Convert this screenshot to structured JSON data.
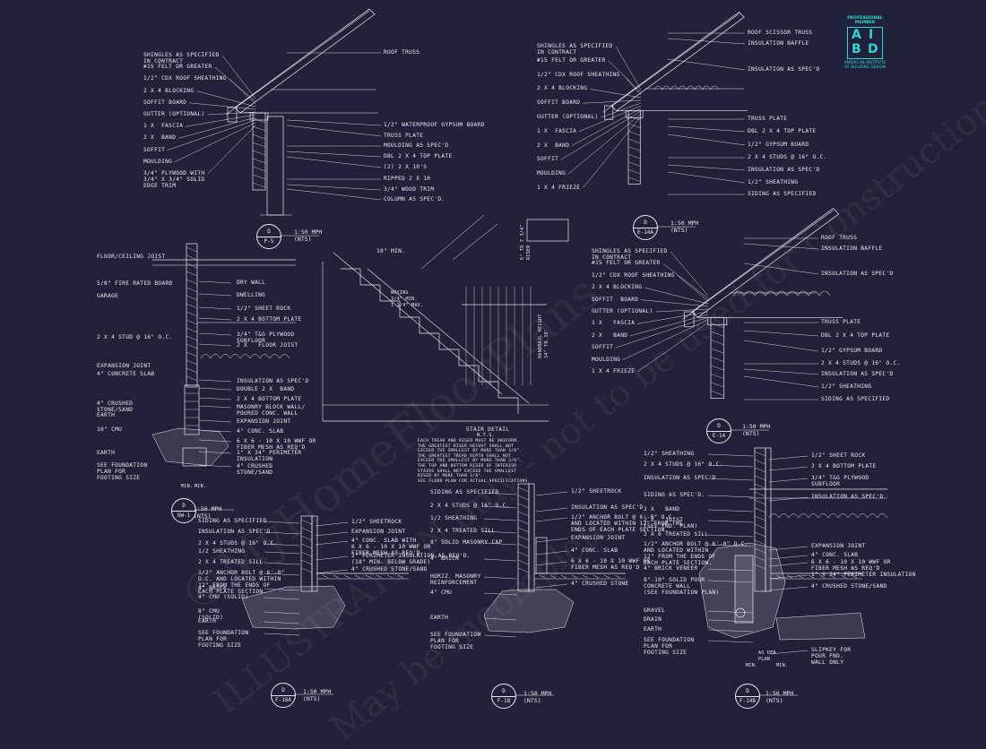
{
  "logo": {
    "professional": "PROFESSIONAL",
    "member": "MEMBER",
    "letters": [
      "A",
      "I",
      "B",
      "D"
    ],
    "org": "AMERICAN INSTITUTE OF BUILDING DESIGN",
    "accent": "#2fd6d6"
  },
  "colors": {
    "background": "#1f2238",
    "linework": "#e8e8ee",
    "hatch": "#9a9aa8"
  },
  "watermarks": [
    "©MyHomeFloorPlans",
    "ILLUSTRATION only - not to be used for Construction",
    "May be incomplete"
  ],
  "details": {
    "p5": {
      "tag_top": "D",
      "tag_bottom": "P-5",
      "scale": "1:50 MPH\n(NTS)",
      "left_labels": [
        "SHINGLES AS SPECIFIED\nIN CONTRACT",
        "#15 FELT OR GREATER",
        "1/2\" CDX ROOF SHEATHING",
        "2 X 4 BLOCKING",
        "SOFFIT BOARD",
        "GUTTER (OPTIONAL)",
        "1 X  FASCIA",
        "2 X  BAND",
        "SOFFIT",
        "MOULDING",
        "3/4\" PLYWOOD WITH\n3/4\" X 3/4\" SOLID\nEDGE TRIM"
      ],
      "right_labels": [
        "ROOF TRUSS",
        "1/2\" WATERPROOF GYPSUM BOARD",
        "TRUSS PLATE",
        "MOULDING AS SPEC'D",
        "DBL 2 X 4 TOP PLATE",
        "(2) 2 X 10's",
        "RIPPED 2 X 10",
        "3/4\" WOOD TRIM",
        "COLUMN AS SPEC'D."
      ]
    },
    "e14a": {
      "tag_top": "D",
      "tag_bottom": "E-14A",
      "scale": "1:50 MPH\n(NTS)",
      "left_labels": [
        "SHINGLES AS SPECIFIED\nIN CONTRACT",
        "#15 FELT OR GREATER",
        "1/2\" CDX ROOF SHEATHING",
        "2 X 4 BLOCKING",
        "SOFFIT BOARD",
        "GUTTER (OPTIONAL)",
        "1 X  FASCIA",
        "2 X  BAND",
        "SOFFIT",
        "MOULDING",
        "1 X 4 FRIEZE"
      ],
      "right_labels": [
        "ROOF SCISSOR TRUSS",
        "INSULATION BAFFLE",
        "INSULATION AS SPEC'D",
        "TRUSS PLATE",
        "DBL 2 X 4 TOP PLATE",
        "1/2\" GYPSUM BOARD",
        "2 X 4 STUDS @ 16\" O.C.",
        "INSULATION AS SPEC'D",
        "1/2\" SHEATHING",
        "SIDING AS SPECIFIED"
      ]
    },
    "e14": {
      "tag_top": "D",
      "tag_bottom": "E-14",
      "scale": "1:50 MPH\n(NTS)",
      "left_labels": [
        "SHINGLES AS SPECIFIED\nIN CONTRACT",
        "#15 FELT OR GREATER",
        "1/2\" CDX ROOF SHEATHING",
        "2 X 4 BLOCKING",
        "SOFFIT  BOARD",
        "GUTTER (OPTIONAL)",
        "1 X   FASCIA",
        "2 X   BAND",
        "SOFFIT",
        "MOULDING",
        "1 X 4 FRIEZE"
      ],
      "right_labels": [
        "ROOF TRUSS",
        "INSULATION BAFFLE",
        "INSULATION AS SPEC'D",
        "TRUSS PLATE",
        "DBL 2 X 4 TOP PLATE",
        "1/2\" GYPSUM BOARD",
        "2 X 4 STUDS @ 16\" O.C.",
        "INSULATION AS SPEC'D",
        "1/2\" SHEATHING",
        "SIDING AS SPECIFIED"
      ]
    },
    "gw1": {
      "tag_top": "D",
      "tag_bottom": "GW-1",
      "scale": "1:50 MPH\n(NTS)",
      "left_labels": [
        "FLOOR/CEILING JOIST",
        "5/8\" FIRE RATED BOARD",
        "GARAGE",
        "2 X 4 STUD @ 16\" O.C.",
        "EXPANSION JOINT",
        "4\" CONCRETE SLAB",
        "4\" CRUSHED\nSTONE/SAND",
        "EARTH",
        "10\" CMU",
        "EARTH",
        "SEE FOUNDATION\nPLAN FOR\nFOOTING SIZE"
      ],
      "right_labels": [
        "DRY WALL",
        "DWELLING",
        "1/2\" SHEET ROCK",
        "2 X 4 BOTTOM PLATE",
        "3/4\" T&G PLYWOOD\nSUBFLOOR",
        "2 X   FLOOR JOIST",
        "INSULATION AS SPEC'D",
        "DOUBLE 2 X  BAND",
        "2 X 4 BOTTOM PLATE",
        "MASONRY BLOCK WALL/\nPOURED CONC. WALL",
        "EXPANSION JOINT",
        "4\" CONC. SLAB",
        "6 X 6 - 10 X 10 WWF OR\nFIBER MESH AS REQ'D",
        "1\" X 24\" PERIMETER\nINSULATION",
        "4\" CRUSHED\nSTONE/SAND"
      ],
      "dims": [
        "MIN.",
        "MIN."
      ]
    },
    "stair": {
      "labels": [
        "10\" MIN.",
        "NOSING\n3/4\" MIN.\n1 1/4\" MAX.",
        "6\" TO 7 3/4\"\nRISER",
        "HANDRAIL HEIGHT\n34\" TO 38\"",
        "STAIR DETAIL",
        "N.T.S."
      ],
      "notes": "EACH TREAD AND RISER MUST BE UNIFORM.\nTHE GREATEST RISER HEIGHT SHALL NOT\nEXCEED THE SMALLEST BY MORE THAN 3/8\".\nTHE GREATEST TREAD DEPTH SHALL NOT\nEXCEED THE SMALLEST BY MORE THAN 3/8\".\nTHE TOP AND BOTTOM RISER OF INTERIOR\nSTAIRS SHALL NOT EXCEED THE SMALLEST\nRISER BY MORE THAN 3/8\".\nSEE FLOOR PLAN FOR ACTUAL SPECIFICATIONS."
    },
    "f18a": {
      "tag_top": "D",
      "tag_bottom": "F-18A",
      "scale": "1:50 MPH\n(NTS)",
      "left_labels": [
        "SIDING AS SPECIFIED",
        "INSULATION AS SPEC'D",
        "2 X 4 STUDS @ 16\" O.C.",
        "1/2 SHEATHING",
        "2 X 4 TREATED SILL",
        "1/2\" ANCHOR BOLT @ 6'-0\"\nO.C. AND LOCATED WITHIN\n12\" FROM THE ENDS OF\nEACH PLATE SECTION.",
        "4\" BRICK",
        "4\" CMU (SOLID)",
        "8\" CMU\n(SOLID)",
        "EARTH",
        "SEE FOUNDATION\nPLAN FOR\nFOOTING SIZE"
      ],
      "right_labels": [
        "1/2\" SHEETROCK",
        "EXPANSION JOINT",
        "4\" CONC. SLAB WITH\n6 X 6 - 10 X 10 WWF OR\nFIBER MESH AS REQ'D",
        "2\" PERIMETER INSULATION AS REQ'D.\n(18\" MIN. BELOW GRADE)",
        "4\" CRUSHED STONE/SAND"
      ]
    },
    "f18": {
      "tag_top": "D",
      "tag_bottom": "F-18",
      "scale": "1:50 MPH\n(NTS)",
      "left_labels": [
        "SIDING AS SPECIFIED",
        "2 X 4 STUDS @ 16\" O.C.",
        "1/2 SHEATHING",
        "2 X 4 TREATED SILL",
        "8\" SOLID MASONRY CAP",
        "4\" BRICK",
        "HORIZ. MASONRY\nREINFORCEMENT",
        "4\" CMU",
        "EARTH",
        "SEE FOUNDATION\nPLAN FOR\nFOOTING SIZE"
      ],
      "right_labels": [
        "1/2\" SHEETROCK",
        "INSULATION AS SPEC'D",
        "1/2\" ANCHOR BOLT @ 6'-0\" O.C.\nAND LOCATED WITHIN 12\" FROM THE\nENDS OF EACH PLATE SECTION.",
        "EXPANSION JOINT",
        "4\" CONC. SLAB",
        "6 X 6 - 10 X 10 WWF OR\nFIBER MESH AS REQ'D",
        "4\" CRUSHED STONE"
      ]
    },
    "f14b": {
      "tag_top": "D",
      "tag_bottom": "F-14B",
      "scale": "1:50 MPH\n(NTS)",
      "left_labels": [
        "1/2\" SHEATHING",
        "2 X 4 STUDS @ 16\" O.C.",
        "INSULATION AS SPEC'D",
        "SIDING AS SPEC'D.",
        "2 X   BAND",
        "2 X   JOIST\n(SEE FND. PLAN)",
        "2 X 6 TREATED SILL",
        "1/2\" ANCHOR BOLT @ 6'-0\" O.C.\nAND LOCATED WITHIN\n12\" FROM THE ENDS OF\nEACH PLATE SECTION.",
        "4\" BRICK VENEER",
        "8\"-10\" SOLID POUR\nCONCRETE WALL\n(SEE FOUNDATION PLAN)",
        "GRAVEL",
        "DRAIN",
        "EARTH",
        "SEE FOUNDATION\nPLAN FOR\nFOOTING SIZE"
      ],
      "right_labels": [
        "1/2\" SHEET ROCK",
        "2 X 4 BOTTOM PLATE",
        "3/4\" T&G PLYWOOD\nSUBFLOOR",
        "INSULATION AS SPEC'D",
        "EXPANSION JOINT",
        "4\" CONC. SLAB",
        "6 X 6 - 10 X 10 WWF OR\nFIBER MESH AS REQ'D",
        "1\" X 24\" PERIMETER INSULATION",
        "4\" CRUSHED STONE/SAND",
        "SLIPKEY FOR\nPOUR FND.\nWALL ONLY"
      ],
      "dims": [
        "AS PER\nPLAN",
        "MIN.",
        "MIN."
      ]
    }
  }
}
